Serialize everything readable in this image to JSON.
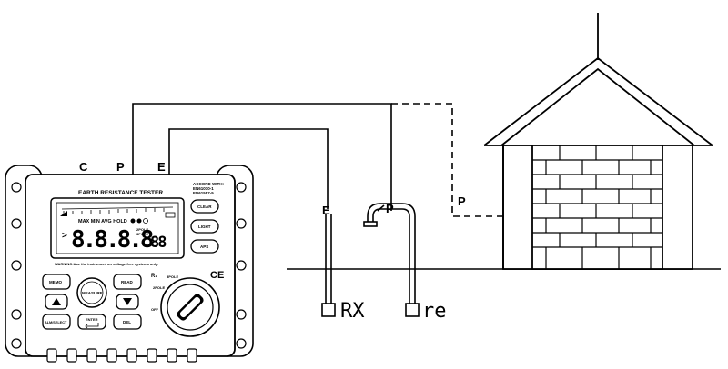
{
  "meter": {
    "terminals": {
      "c": "C",
      "p": "P",
      "e": "E"
    },
    "title": "EARTH RESISTANCE TESTER",
    "accord": [
      "ACCORD WITH:",
      "EN61010-1",
      "EN61557-5"
    ],
    "lcd": {
      "indicators": "MAX MIN AVG HOLD",
      "digits_main": "8.8.8.8",
      "digits_small": "88",
      "side_small": [
        "2POLE",
        "3POLE"
      ]
    },
    "warning": "WARNING:Use the instrument on voltage-free systems only.",
    "buttons": {
      "memo": "MEMO",
      "measure": "MEASURE",
      "read": "READ",
      "clear": "CLEAR",
      "light": "LIGHT",
      "aps": "APS",
      "alm_select": "ALM/SELECT",
      "enter": "ENTER",
      "del": "DEL"
    },
    "dial": {
      "r_label": "R₂",
      "pole3": "3POLE",
      "pole2": "2POLE",
      "off": "OFF"
    },
    "ce": "CE"
  },
  "diagram": {
    "probe_e": "E",
    "probe_p": "P",
    "house_p": "P",
    "rx": "RX",
    "re": "re"
  }
}
